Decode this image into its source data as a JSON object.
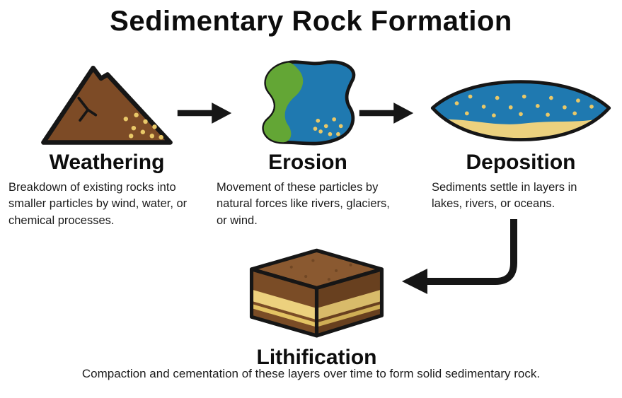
{
  "title": "Sedimentary Rock Formation",
  "stages": [
    {
      "name": "Weathering",
      "description": "Breakdown of existing rocks into smaller particles by wind, water, or chemical processes.",
      "icon": "mountain-icon"
    },
    {
      "name": "Erosion",
      "description": "Movement of these particles by natural forces like rivers, glaciers, or wind.",
      "icon": "river-icon"
    },
    {
      "name": "Deposition",
      "description": "Sediments settle in layers in lakes, rivers, or oceans.",
      "icon": "lake-icon"
    },
    {
      "name": "Lithification",
      "description": "Compaction and cementation of these layers over time to form solid sedimentary rock.",
      "icon": "rock-layers-icon"
    }
  ],
  "icons": {
    "mountain-icon": "brown mountain shedding yellow particles",
    "river-icon": "green land with winding blue river carrying particles",
    "lake-icon": "blue water body with sandy bottom and settling particles",
    "rock-layers-icon": "layered sedimentary rock cube",
    "arrow-right-icon": "black right arrow",
    "arrow-down-left-icon": "black arrow curving down then left"
  },
  "colors": {
    "background": "#ffffff",
    "text": "#111111",
    "outline": "#161616",
    "mountain_brown": "#7d4b26",
    "land_green": "#63a635",
    "water_blue": "#1f79b0",
    "sand_tan": "#ecd17e",
    "particle_yellow": "#e9c868",
    "rock_dark_brown": "#68401f"
  }
}
